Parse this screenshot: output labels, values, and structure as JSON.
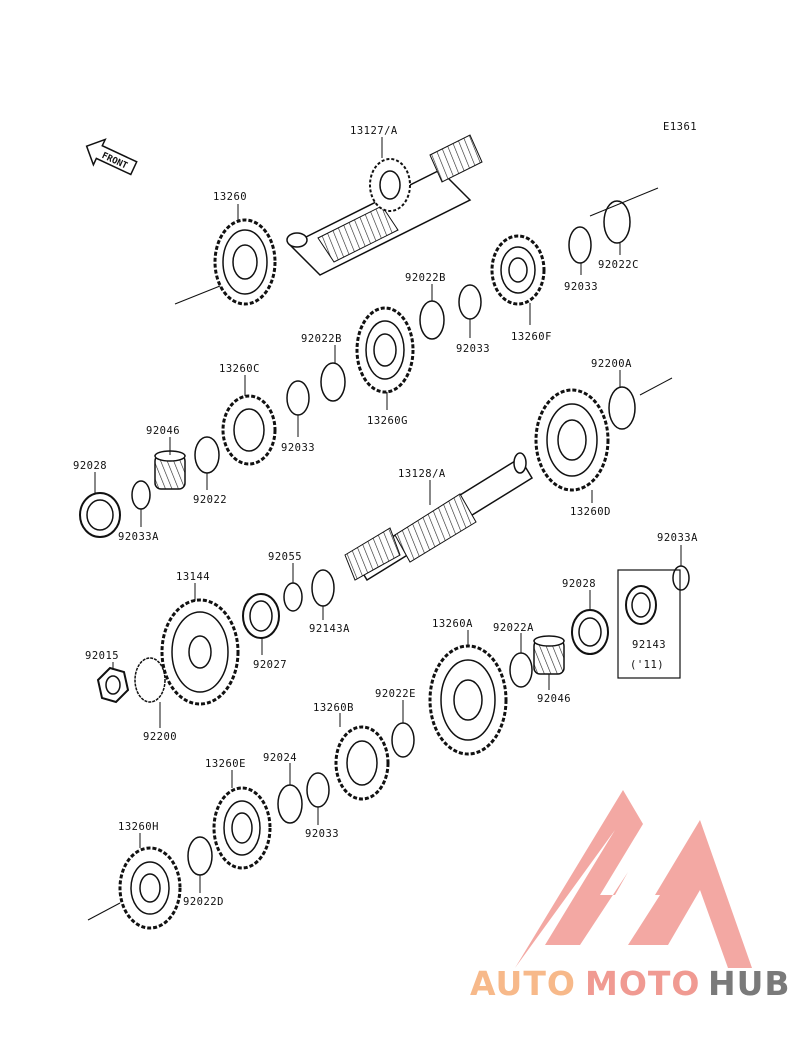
{
  "diagram_code": "E1361",
  "front_arrow_label": "FRONT",
  "year_note": "('11)",
  "parts": {
    "p13127A": "13127/A",
    "p13260": "13260",
    "p92022C": "92022C",
    "p92033_top": "92033",
    "p13260F": "13260F",
    "p92022B_top": "92022B",
    "p92033_b": "92033",
    "p92022B_mid": "92022B",
    "p13260G": "13260G",
    "p13260C": "13260C",
    "p92033_c": "92033",
    "p92046_left": "92046",
    "p92022_left": "92022",
    "p92028_left": "92028",
    "p92033A_left": "92033A",
    "p92200A": "92200A",
    "p13260D": "13260D",
    "p13128A": "13128/A",
    "p92055": "92055",
    "p13144": "13144",
    "p92027": "92027",
    "p92143A": "92143A",
    "p92033A_right": "92033A",
    "p92028_right": "92028",
    "p92143": "92143",
    "p13260A": "13260A",
    "p92022A": "92022A",
    "p92046_right": "92046",
    "p92015": "92015",
    "p92200": "92200",
    "p92022E": "92022E",
    "p13260B": "13260B",
    "p13260E": "13260E",
    "p92024": "92024",
    "p92033_d": "92033",
    "p13260H": "13260H",
    "p92022D": "92022D"
  },
  "watermark": {
    "part1": "AUTO",
    "part2": "MOTO",
    "part3": "HUB",
    "color1": "#f7b98a",
    "color2": "#f09a92",
    "color3": "#7a7a7a",
    "logo_color": "#f2a19b"
  }
}
